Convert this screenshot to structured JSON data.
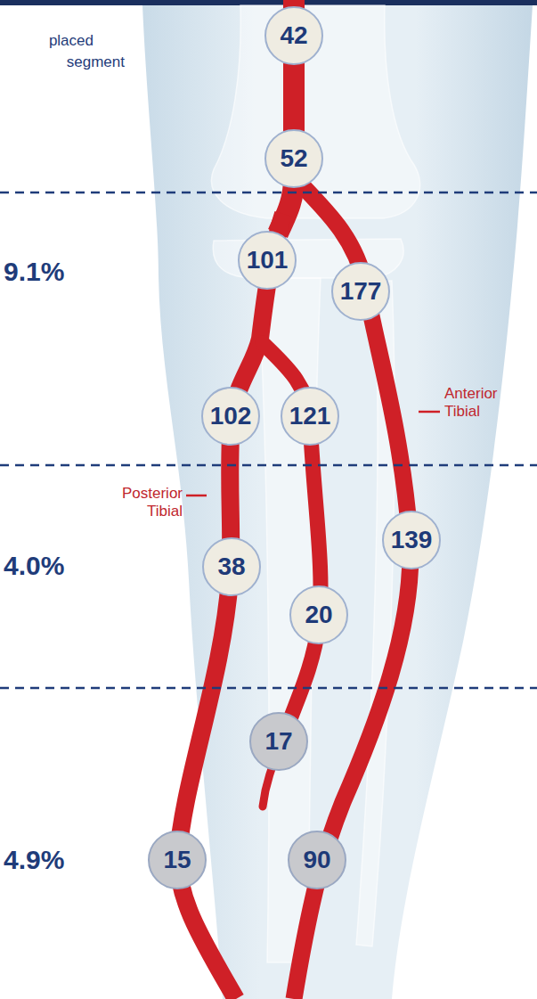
{
  "diagram": {
    "nodes": [
      {
        "text": [
          "42"
        ]
      },
      {
        "text": [
          "52"
        ]
      },
      {
        "text": [
          "101"
        ]
      },
      {
        "text": [
          "177"
        ]
      },
      {
        "text": [
          "102"
        ]
      },
      {
        "text": [
          "121"
        ]
      },
      {
        "text": [
          "139"
        ]
      },
      {
        "text": [
          "38"
        ]
      },
      {
        "text": [
          "20"
        ]
      },
      {
        "text": [
          "17"
        ]
      },
      {
        "text": [
          "15"
        ]
      },
      {
        "text": [
          "90"
        ]
      }
    ],
    "labels": [
      "placed",
      "segment",
      "9.1%",
      "Anterior Tibial",
      "Posterior Tibial",
      "4.0%",
      "4.9%"
    ]
  }
}
